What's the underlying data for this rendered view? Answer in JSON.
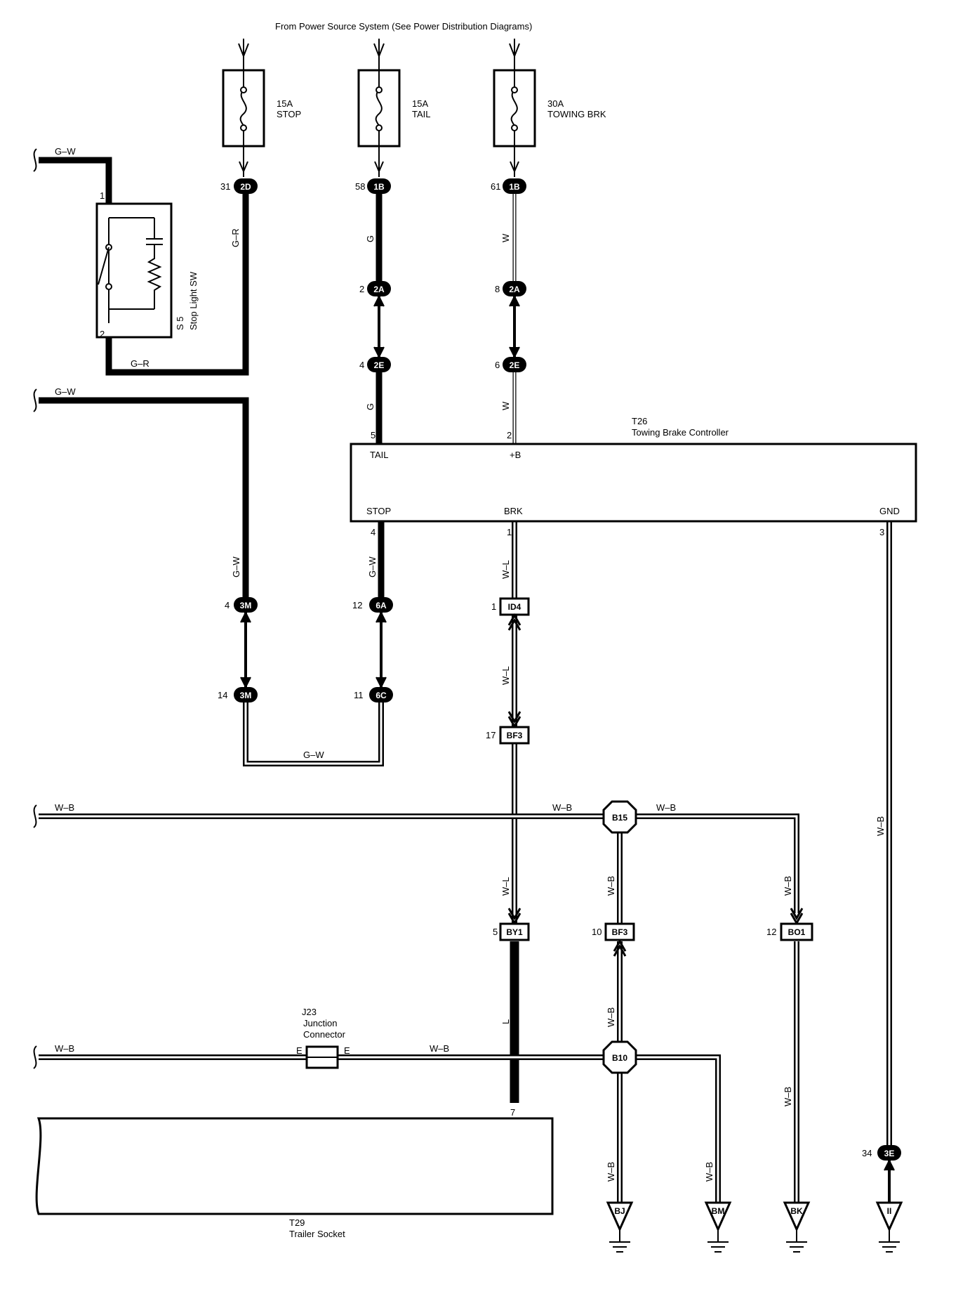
{
  "header": "From Power Source System (See Power Distribution Diagrams)",
  "fuses": [
    {
      "rating": "15A",
      "name": "STOP"
    },
    {
      "rating": "15A",
      "name": "TAIL"
    },
    {
      "rating": "30A",
      "name": "TOWING BRK"
    }
  ],
  "connectors": {
    "c2d": {
      "code": "2D",
      "pin": "31"
    },
    "c1b_tail": {
      "code": "1B",
      "pin": "58"
    },
    "c1b_brk": {
      "code": "1B",
      "pin": "61"
    },
    "c2a_tail": {
      "code": "2A",
      "pin": "2"
    },
    "c2a_brk": {
      "code": "2A",
      "pin": "8"
    },
    "c2e_tail": {
      "code": "2E",
      "pin": "4"
    },
    "c2e_brk": {
      "code": "2E",
      "pin": "6"
    },
    "c3m_top": {
      "code": "3M",
      "pin": "4"
    },
    "c3m_bot": {
      "code": "3M",
      "pin": "14"
    },
    "c6a": {
      "code": "6A",
      "pin": "12"
    },
    "c6c": {
      "code": "6C",
      "pin": "11"
    },
    "id4": {
      "code": "ID4",
      "pin": "1"
    },
    "bf3_top": {
      "code": "BF3",
      "pin": "17"
    },
    "by1": {
      "code": "BY1",
      "pin": "5"
    },
    "bf3_mid": {
      "code": "BF3",
      "pin": "10"
    },
    "bo1": {
      "code": "BO1",
      "pin": "12"
    },
    "c3e": {
      "code": "3E",
      "pin": "34"
    }
  },
  "splices": {
    "b15": "B15",
    "b10": "B10"
  },
  "grounds": [
    "BJ",
    "BM",
    "BK",
    "II"
  ],
  "switch": {
    "id": "S 5",
    "name": "Stop Light SW",
    "pin_top": "1",
    "pin_bottom": "2"
  },
  "controller": {
    "id": "T26",
    "name": "Towing Brake Controller",
    "pins_top": [
      {
        "label": "TAIL",
        "pin": "5"
      },
      {
        "label": "+B",
        "pin": "2"
      }
    ],
    "pins_bottom": [
      {
        "label": "STOP",
        "pin": "4"
      },
      {
        "label": "BRK",
        "pin": "1"
      },
      {
        "label": "GND",
        "pin": "3"
      }
    ]
  },
  "junction": {
    "id": "J23",
    "line1": "Junction",
    "line2": "Connector",
    "pin_left": "E",
    "pin_right": "E"
  },
  "socket": {
    "id": "T29",
    "name": "Trailer Socket",
    "pin": "7"
  },
  "wire_colors": {
    "gw": "G–W",
    "gr": "G–R",
    "g": "G",
    "w": "W",
    "wl": "W–L",
    "wb": "W–B",
    "l": "L"
  }
}
